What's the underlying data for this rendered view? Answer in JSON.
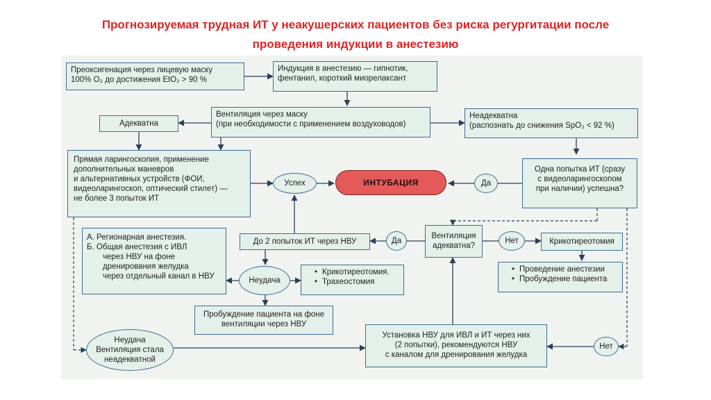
{
  "title": {
    "line1": "Прогнозируемая трудная ИТ у неакушерских пациентов без риска регургитации после",
    "line2": "проведения индукции в анестезию"
  },
  "nodes": {
    "preox": [
      "Преоксигенация через лицевую маску",
      "100% O₂ до достижения EtO₂ > 90 %"
    ],
    "induction": [
      "Индукция в анестезию — гипнотик,",
      "фентанил, короткий миорелаксант"
    ],
    "mask_vent": [
      "Вентиляция через маску",
      "(при необходимости с применением воздуховодов)"
    ],
    "adequate": "Адекватна",
    "inadequate": [
      "Неадекватна",
      "(распознать до снижения SpO₂ < 92 %)"
    ],
    "laryngoscopy": [
      "Прямая ларингоскопия, применение",
      "дополнительных маневров",
      "и альтернативных устройств (ФОИ,",
      "видеоларингоскоп, оптический стилет) —",
      "не более 3 попыток ИТ"
    ],
    "success": "Успех",
    "intubation": "ИНТУБАЦИЯ",
    "yes1": "Да",
    "one_attempt": [
      "Одна попытка ИТ (сразу",
      "с видеоларингоскопом",
      "при наличии) успешна?"
    ],
    "options": [
      "А.  Регионарная анестезия.",
      "Б.  Общая анестезия с ИВЛ",
      "через НВУ на фоне",
      "дренирования желудка",
      "через отдельный канал в НВУ"
    ],
    "two_attempts": "До 2 попыток ИТ через НВУ",
    "yes2": "Да",
    "vent_adequate": [
      "Вентиляция",
      "адекватна?"
    ],
    "no1": "Нет",
    "crico": "Крикотиреотомия",
    "failure1": "Неудача",
    "surgical": [
      "Крикотиреотомия.",
      "Трахеостомия"
    ],
    "anesthesia_continue": [
      "Проведение анестезии",
      "Пробуждение пациента"
    ],
    "wake_up": [
      "Пробуждение пациента на фоне",
      "вентиляции через НВУ"
    ],
    "failure2": [
      "Неудача",
      "Вентиляция стала",
      "неадекватной"
    ],
    "sga": [
      "Установка НВУ для ИВЛ и ИТ через них",
      "(2 попытки), рекомендуются НВУ",
      "с каналом для дренирования желудка"
    ],
    "no2": "Нет"
  },
  "colors": {
    "title": "#e02424",
    "box_fill": "#e4f0ea",
    "box_border": "#3d6c91",
    "intubation_fill": "#e45a5a",
    "arrow": "#2b3f55",
    "panel": "#f1f3f1"
  }
}
